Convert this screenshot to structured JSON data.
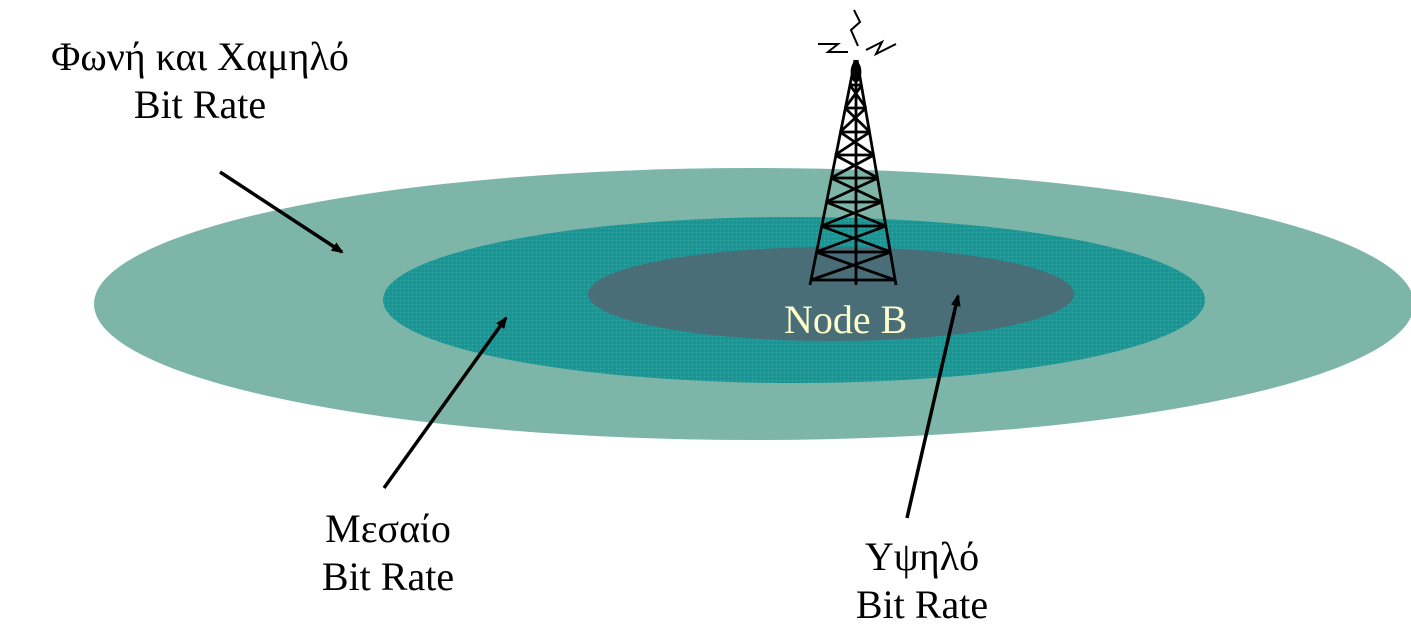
{
  "node": {
    "label": "Node B",
    "label_color": "#ffffcc"
  },
  "zones": {
    "low": {
      "line1": "Φωνή και Χαμηλό",
      "line2": "Bit Rate",
      "color": "#7db6a8"
    },
    "medium": {
      "line1": "Μεσαίο",
      "line2": "Bit Rate",
      "color": "#1a9898"
    },
    "high": {
      "line1": "Υψηλό",
      "line2": "Bit Rate",
      "color": "#4a6e78"
    }
  },
  "icons": [
    "cell-tower-icon",
    "signal-waves-icon",
    "arrow-icon"
  ]
}
